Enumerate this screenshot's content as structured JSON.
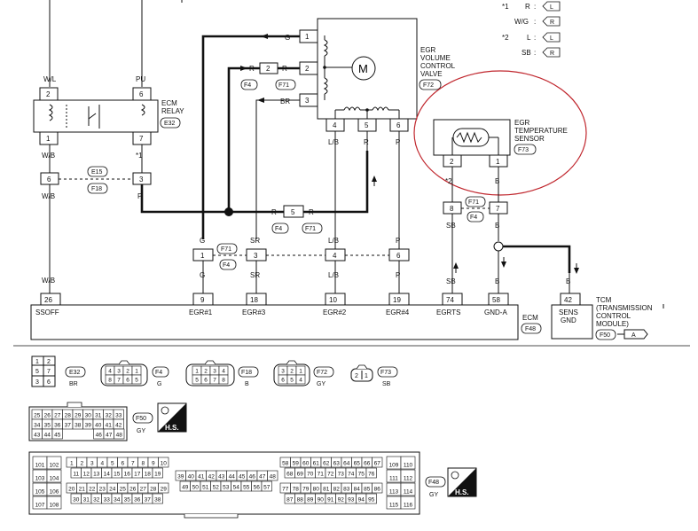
{
  "legend": {
    "l1_star": "*1",
    "l1_code": "R",
    "l1_val": "L",
    "l2_code": "W/G",
    "l2_val": "R",
    "l3_star": "*2",
    "l3_code": "L",
    "l3_val": "L",
    "l4_code": "SB",
    "l4_val": "R"
  },
  "egr_valve": {
    "label1": "EGR",
    "label2": "VOLUME",
    "label3": "CONTROL",
    "label4": "VALVE",
    "code": "F72",
    "motor": "M",
    "pins": {
      "p1": "1",
      "p2": "2",
      "p3": "3",
      "p4": "4",
      "p5": "5",
      "p6": "6"
    },
    "wires": {
      "g": "G",
      "r": "R",
      "br": "BR",
      "lb": "L/B",
      "r2": "R",
      "p": "P"
    }
  },
  "relay": {
    "label1": "ECM",
    "label2": "RELAY",
    "code": "E32",
    "pins": {
      "p2": "2",
      "p1": "1",
      "p6": "6",
      "p7": "7"
    },
    "wires": {
      "wl": "W/L",
      "pu": "PU",
      "wb": "W/B",
      "star": "*1"
    }
  },
  "sensor": {
    "label1": "EGR",
    "label2": "TEMPERATURE",
    "label3": "SENSOR",
    "code": "F73",
    "pins": {
      "p2": "2",
      "p1": "1"
    },
    "wires": {
      "star": "*2",
      "b": "B"
    }
  },
  "mid": {
    "c6": "6",
    "c3": "3",
    "e15": "E15",
    "f18": "F18",
    "wb": "W/B",
    "p": "P",
    "f4a": "F4",
    "f71a": "F71",
    "r_left": "R",
    "r_5": "5",
    "r_right": "R",
    "f4b": "F4",
    "f71b": "F71",
    "c8": "8",
    "c7": "7",
    "f71c": "F71",
    "f4c": "F4",
    "sb": "SB",
    "b": "B"
  },
  "lower": {
    "g": "G",
    "sr": "SR",
    "lb": "L/B",
    "p": "P",
    "j1": "1",
    "j3": "3",
    "j4": "4",
    "j6": "6",
    "f71": "F71",
    "f4": "F4",
    "g2": "G",
    "sr2": "SR",
    "lb2": "L/B",
    "p2": "P",
    "wb": "W/B",
    "sb": "SB",
    "b": "B",
    "b2": "B"
  },
  "ecm": {
    "label": "ECM",
    "code": "F48",
    "pins": [
      {
        "num": "26",
        "name": "SSOFF"
      },
      {
        "num": "9",
        "name": "EGR#1"
      },
      {
        "num": "18",
        "name": "EGR#3"
      },
      {
        "num": "10",
        "name": "EGR#2"
      },
      {
        "num": "19",
        "name": "EGR#4"
      },
      {
        "num": "74",
        "name": "EGRTS"
      },
      {
        "num": "58",
        "name": "GND-A"
      }
    ]
  },
  "tcm": {
    "pin": "42",
    "name1": "SENS",
    "name2": "GND",
    "label1": "TCM",
    "label2": "(TRANSMISSION",
    "label3": "CONTROL",
    "label4": "MODULE)",
    "code": "F50",
    "ref": "A"
  },
  "connectors": {
    "e32_code": "E32",
    "e32_color": "BR",
    "e32_cells": [
      "1",
      "2",
      "5",
      "7",
      "3",
      "6"
    ],
    "f4_code": "F4",
    "f4_color": "G",
    "f4_top": [
      "4",
      "3",
      "2",
      "1"
    ],
    "f4_bot": [
      "8",
      "7",
      "6",
      "5"
    ],
    "f18_code": "F18",
    "f18_color": "B",
    "f18_top": [
      "1",
      "2",
      "3",
      "4"
    ],
    "f18_bot": [
      "5",
      "6",
      "7",
      "8"
    ],
    "f72_code": "F72",
    "f72_color": "GY",
    "f72_top": [
      "3",
      "2",
      "1"
    ],
    "f72_bot": [
      "6",
      "5",
      "4"
    ],
    "f73_code": "F73",
    "f73_color": "SB",
    "f73_cells": [
      "2",
      "1"
    ],
    "f50_code": "F50",
    "f50_color": "GY",
    "hs": "H.S.",
    "f50_row1": [
      "25",
      "26",
      "27",
      "28",
      "29",
      "30",
      "31",
      "32",
      "33"
    ],
    "f50_row2": [
      "34",
      "35",
      "36",
      "37",
      "38",
      "39",
      "40",
      "41",
      "42"
    ],
    "f50_row3a": [
      "43",
      "44",
      "45"
    ],
    "f50_row3b": [
      "46",
      "47",
      "48"
    ],
    "f48_code": "F48",
    "f48_color": "GY",
    "hs2": "H.S.",
    "f48_left": [
      "101",
      "102",
      "103",
      "104",
      "105",
      "106",
      "107",
      "108"
    ],
    "f48_r1": [
      "1",
      "2",
      "3",
      "4",
      "5",
      "6",
      "7",
      "8",
      "9",
      "10"
    ],
    "f48_r2": [
      "11",
      "12",
      "13",
      "14",
      "15",
      "16",
      "17",
      "18",
      "19"
    ],
    "f48_r3": [
      "20",
      "21",
      "22",
      "23",
      "24",
      "25",
      "26",
      "27",
      "28",
      "29"
    ],
    "f48_r4": [
      "30",
      "31",
      "32",
      "33",
      "34",
      "35",
      "36",
      "37",
      "38"
    ],
    "f48_m1": [
      "39",
      "40",
      "41",
      "42",
      "43",
      "44",
      "45",
      "46",
      "47",
      "48"
    ],
    "f48_m2": [
      "49",
      "50",
      "51",
      "52",
      "53",
      "54",
      "55",
      "56",
      "57"
    ],
    "f48_n1": [
      "58",
      "59",
      "60",
      "61",
      "62",
      "63",
      "64",
      "65",
      "66",
      "67"
    ],
    "f48_n2": [
      "68",
      "69",
      "70",
      "71",
      "72",
      "73",
      "74",
      "75",
      "76"
    ],
    "f48_n3": [
      "77",
      "78",
      "79",
      "80",
      "81",
      "82",
      "83",
      "84",
      "85",
      "86"
    ],
    "f48_n4": [
      "87",
      "88",
      "89",
      "90",
      "91",
      "92",
      "93",
      "94",
      "95"
    ],
    "f48_right": [
      "109",
      "110",
      "111",
      "112",
      "113",
      "114",
      "115",
      "116"
    ]
  }
}
